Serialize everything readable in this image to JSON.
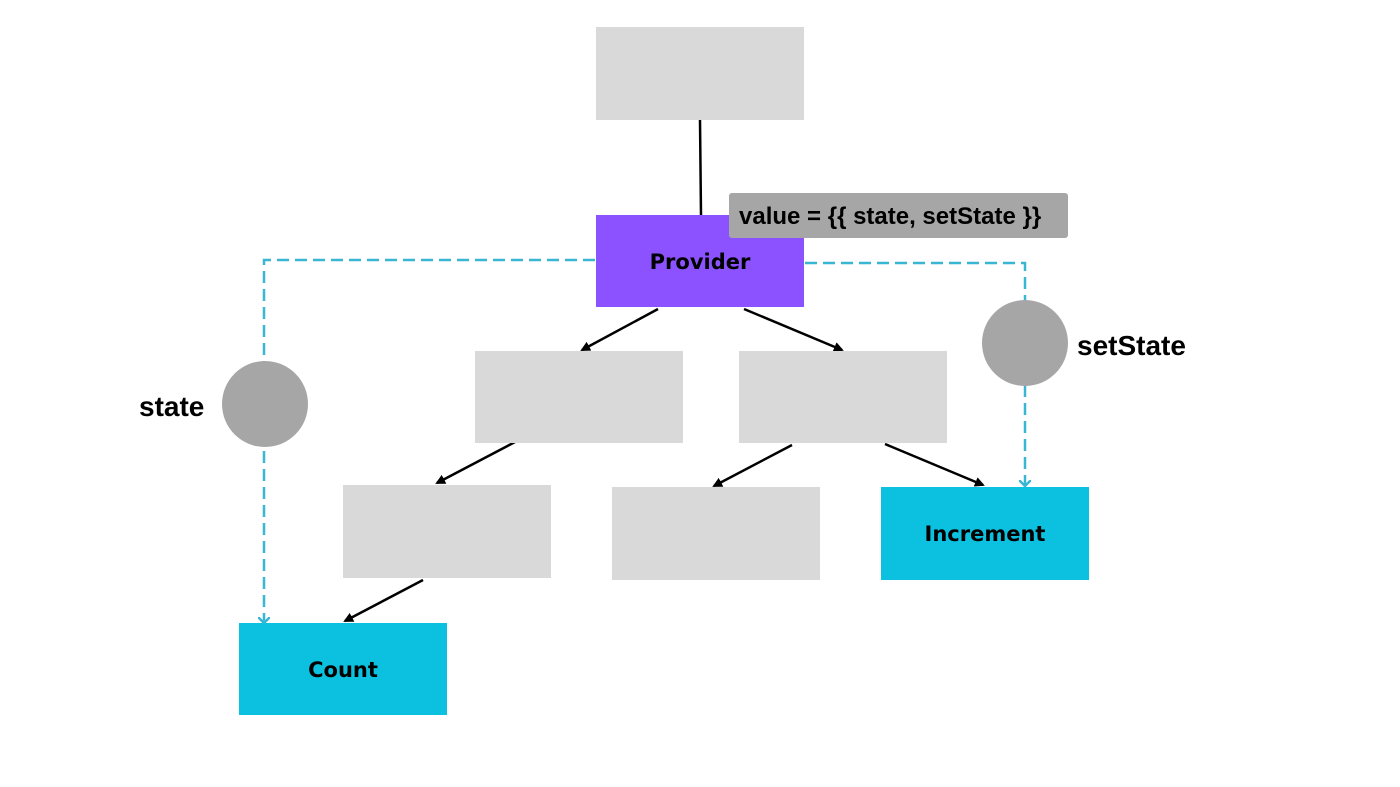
{
  "nodes": {
    "root": {
      "label": ""
    },
    "provider": {
      "label": "Provider"
    },
    "child_left": {
      "label": ""
    },
    "child_right": {
      "label": ""
    },
    "grandchild_left": {
      "label": ""
    },
    "grandchild_middle": {
      "label": ""
    },
    "increment": {
      "label": "Increment"
    },
    "count": {
      "label": "Count"
    }
  },
  "provider_value_label": "value =  {{ state, setState }}",
  "flows": {
    "state": {
      "label": "state"
    },
    "set_state": {
      "label": "setState"
    }
  },
  "colors": {
    "placeholder_box": "#d9d9d9",
    "provider": "#8c52ff",
    "consumer": "#0cc0df",
    "flow_line": "#38b6d2",
    "token_circle": "#a6a6a6"
  }
}
